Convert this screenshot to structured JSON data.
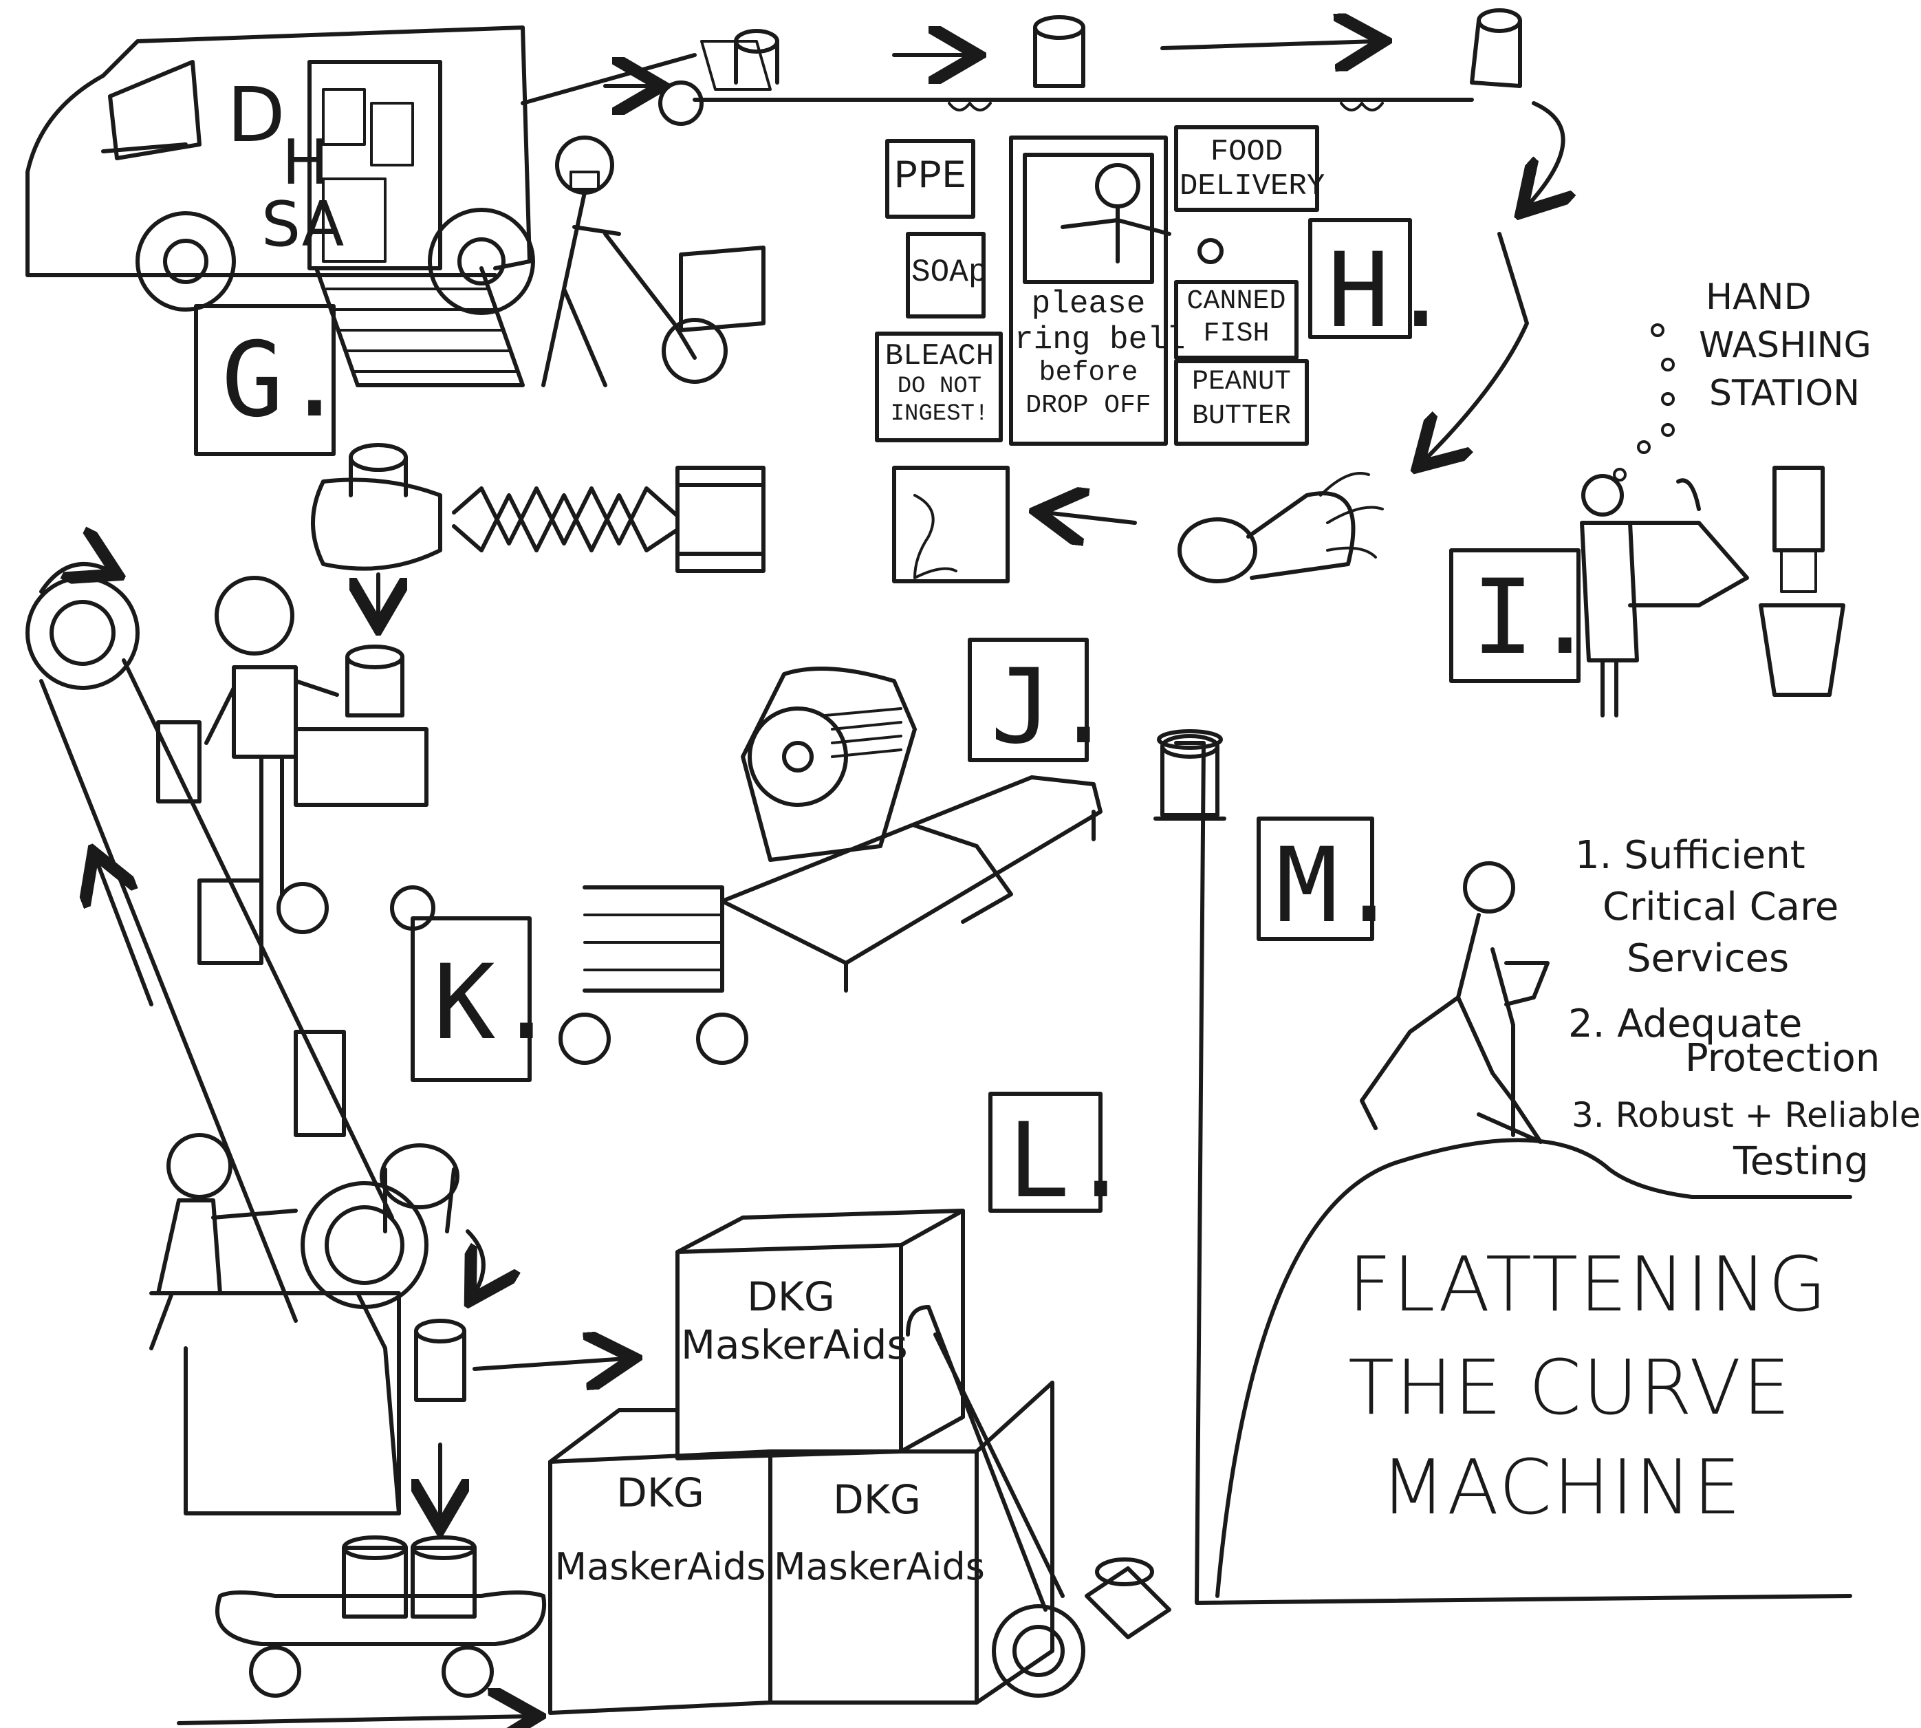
{
  "title": {
    "line1": "FLATTENING",
    "line2": "THE CURVE",
    "line3": "MACHINE"
  },
  "station_letters": {
    "G": "G.",
    "H": "H.",
    "I": "I.",
    "J": "J.",
    "K": "K.",
    "L": "L.",
    "M": "M."
  },
  "van": {
    "lettering": [
      "D",
      "H",
      "SA"
    ]
  },
  "donation_booth": {
    "signs": {
      "ppe": "PPE",
      "soap": "SOAp",
      "bleach_1": "BLEACH",
      "bleach_2": "DO NOT",
      "bleach_3": "INGEST!",
      "food_1": "FOOD",
      "food_2": "DELIVERY",
      "fish_1": "CANNED",
      "fish_2": "FISH",
      "pb_1": "PEANUT",
      "pb_2": "BUTTER"
    },
    "window_note": [
      "please",
      "ring bell",
      "before",
      "DROP OFF"
    ]
  },
  "hand_washing": {
    "line1": "HAND",
    "line2": "WASHING",
    "line3": "STATION"
  },
  "boxes": {
    "top": [
      "DKG",
      "MaskerAids"
    ],
    "left": [
      "DKG",
      "MaskerAids"
    ],
    "right": [
      "DKG",
      "MaskerAids"
    ]
  },
  "goals": {
    "g1a": "1. Sufficient",
    "g1b": "Critical Care",
    "g1c": "Services",
    "g2a": "2. Adequate",
    "g2b": "Protection",
    "g3a": "3. Robust + Reliable",
    "g3b": "Testing"
  }
}
